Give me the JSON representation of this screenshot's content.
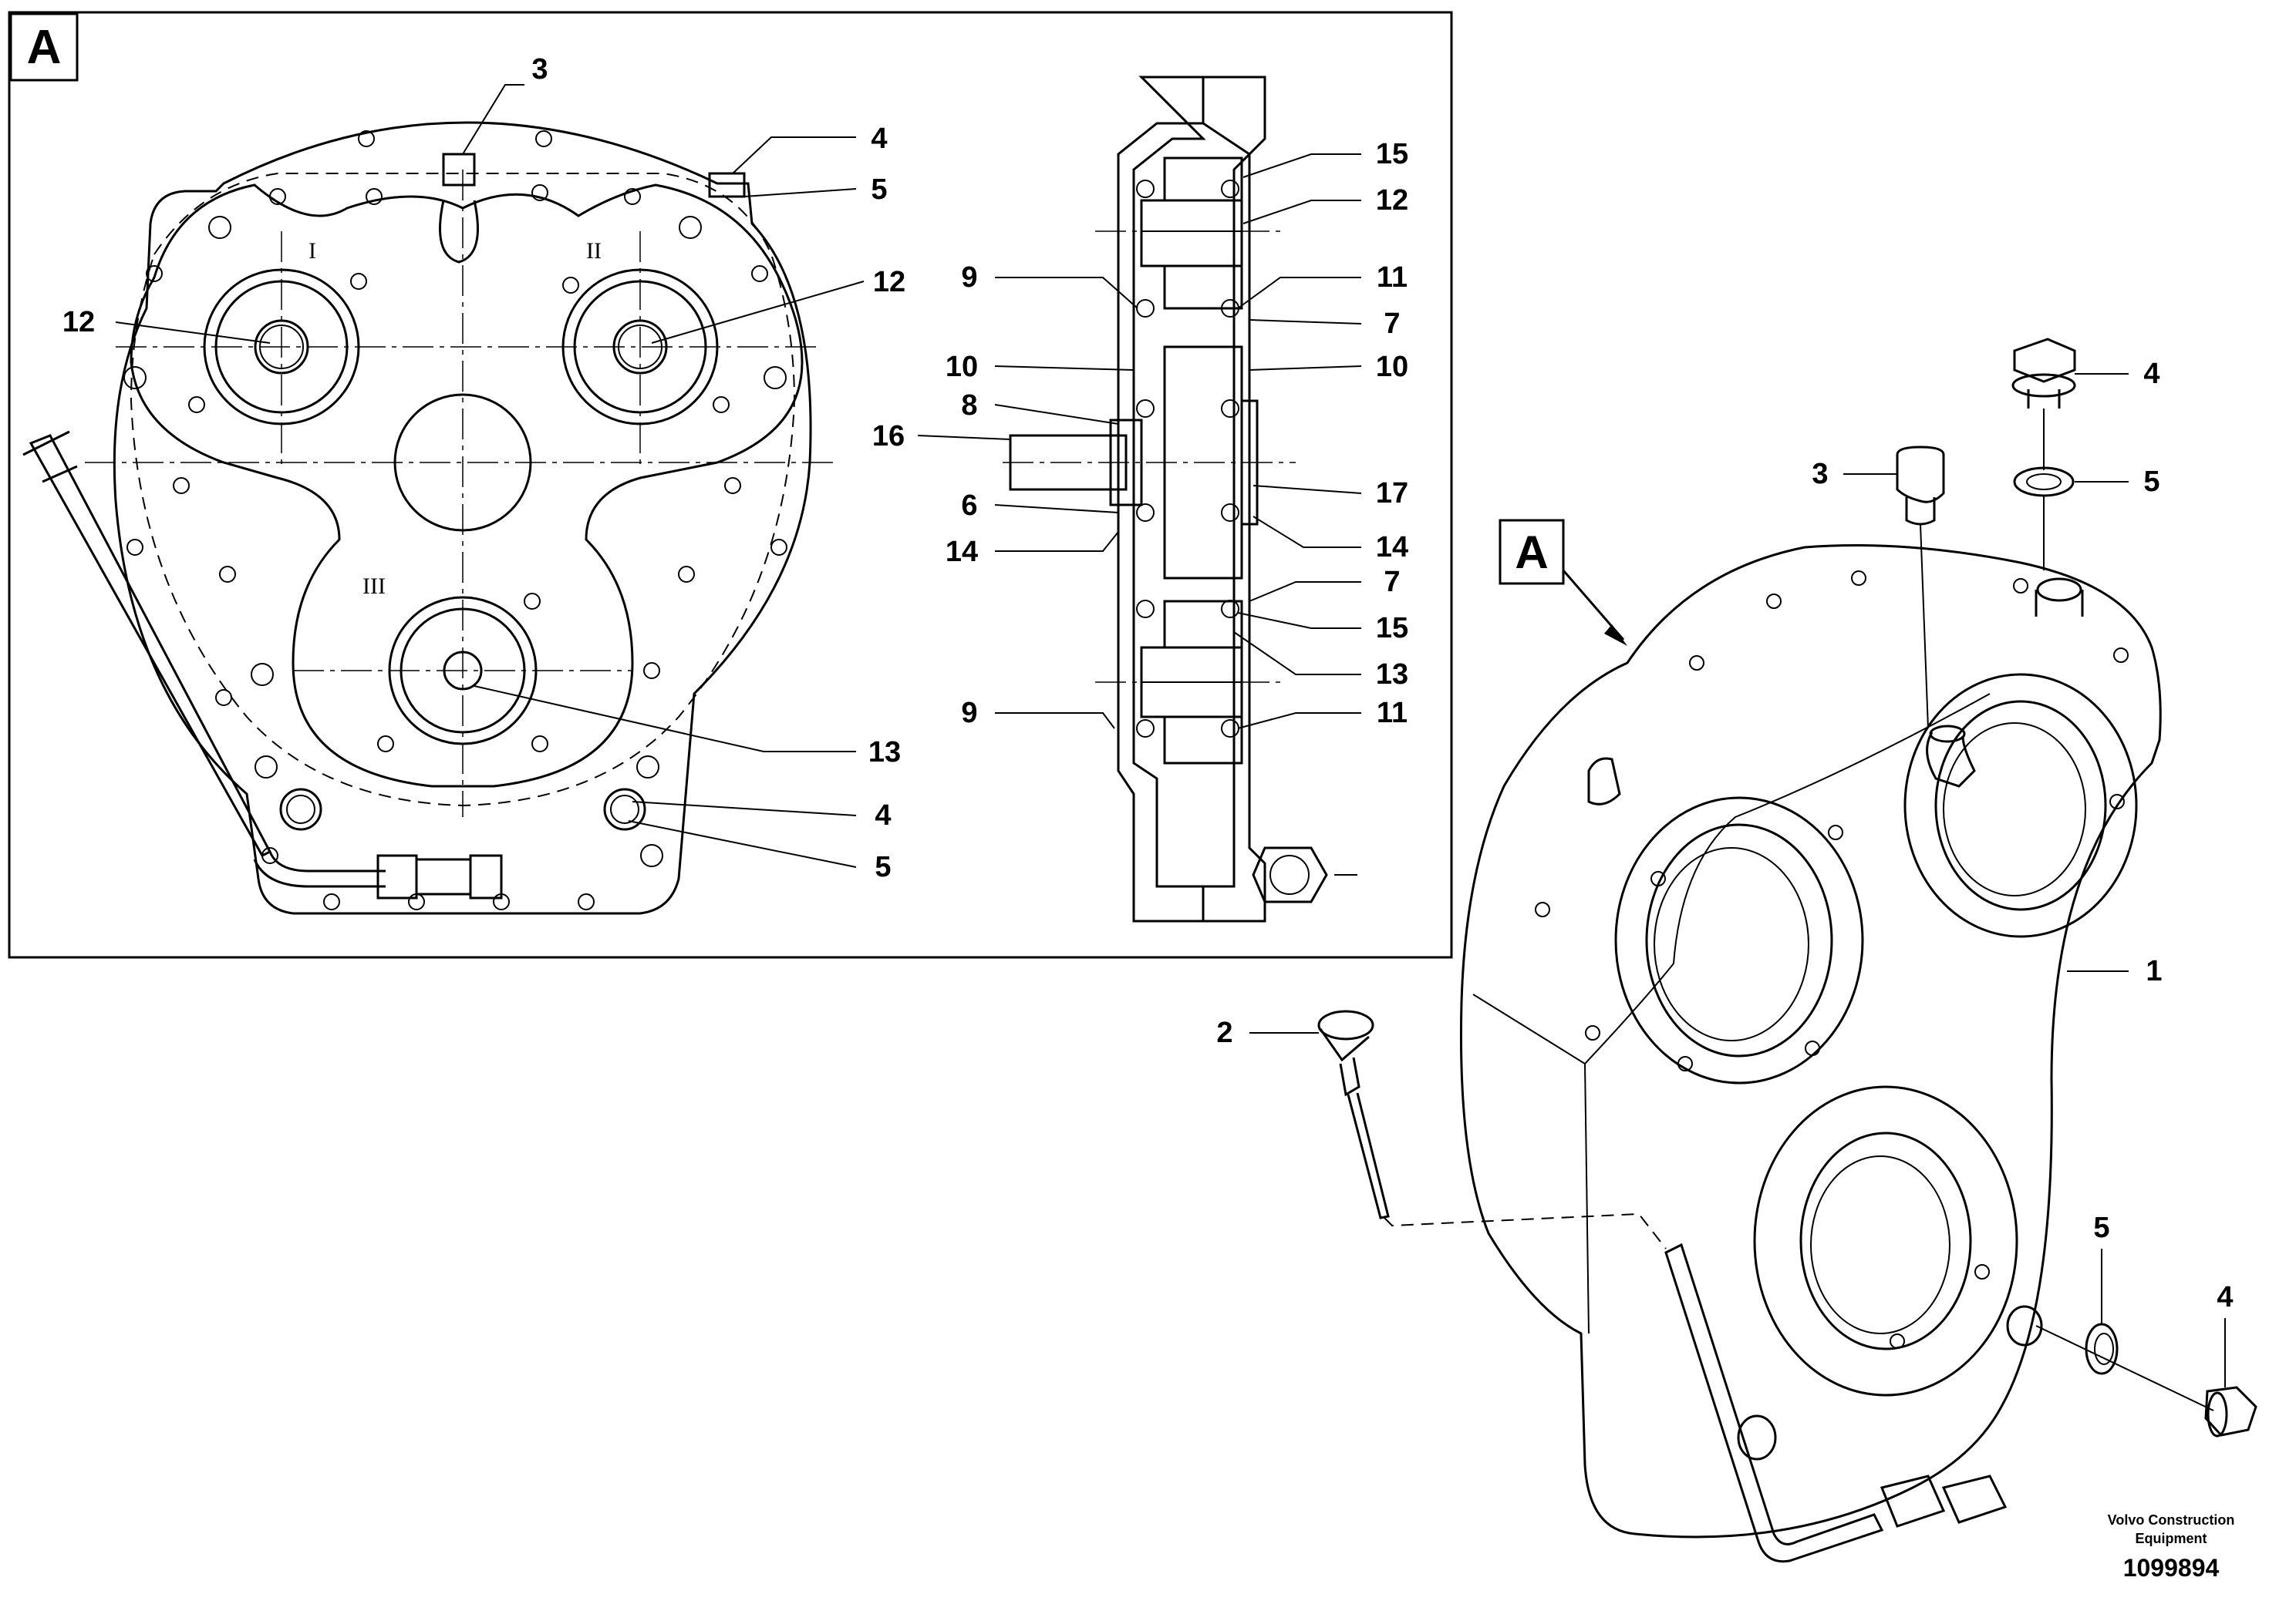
{
  "view_marker": "A",
  "roman_numerals": {
    "shaft_1": "I",
    "shaft_2": "II",
    "shaft_3": "III"
  },
  "front_view_callouts": {
    "c3": "3",
    "c4a": "4",
    "c5a": "5",
    "c12l": "12",
    "c12r": "12",
    "c13": "13",
    "c4b": "4",
    "c5b": "5"
  },
  "section_callouts": {
    "c15a": "15",
    "c12": "12",
    "c9a": "9",
    "c11a": "11",
    "c7a": "7",
    "c10l": "10",
    "c10r": "10",
    "c8": "8",
    "c16": "16",
    "c17": "17",
    "c6": "6",
    "c14l": "14",
    "c14r": "14",
    "c7b": "7",
    "c15b": "15",
    "c13": "13",
    "c9b": "9",
    "c11b": "11"
  },
  "iso_callouts": {
    "c4top": "4",
    "c3": "3",
    "c5top": "5",
    "c1": "1",
    "c2": "2",
    "c5bot": "5",
    "c4bot": "4"
  },
  "credit_line1": "Volvo Construction",
  "credit_line2": "Equipment",
  "drawing_number": "1099894"
}
